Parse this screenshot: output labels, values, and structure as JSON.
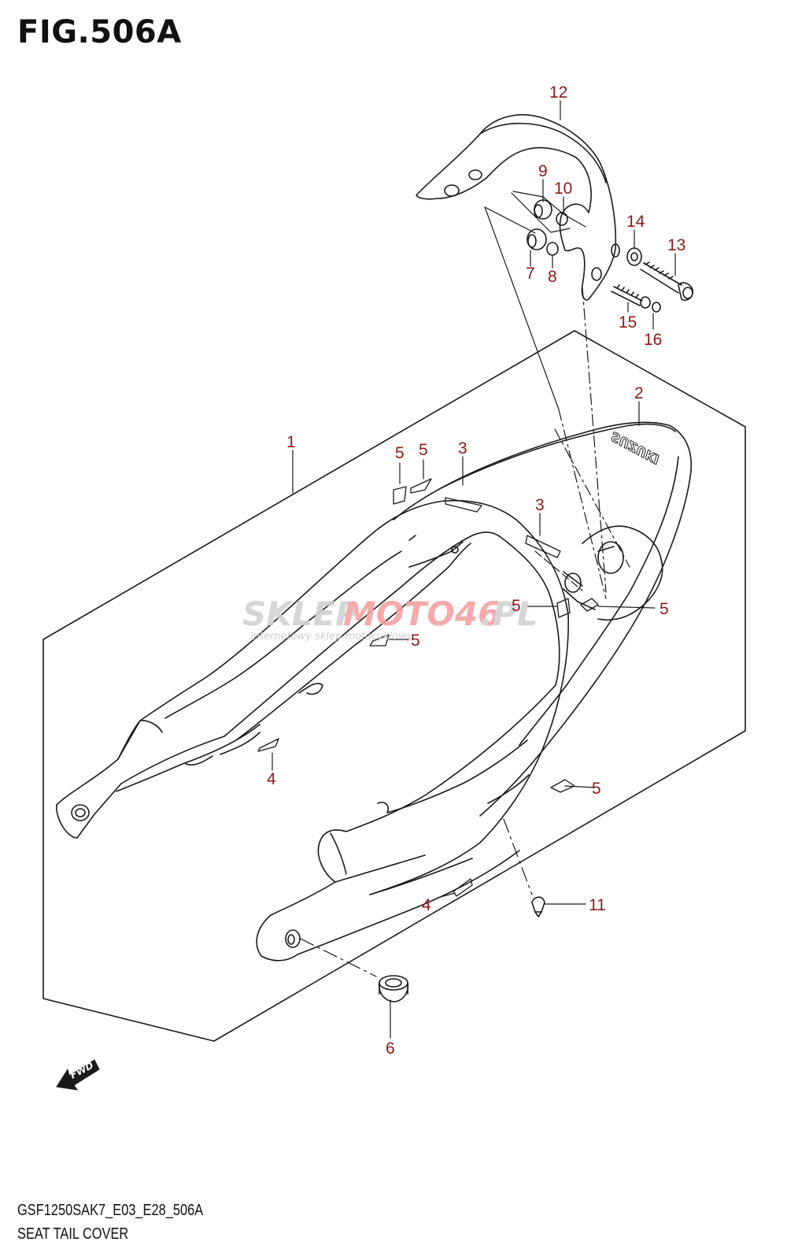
{
  "figure": {
    "title": "FIG.506A",
    "code": "GSF1250SAK7_E03_E28_506A",
    "name": "SEAT TAIL COVER"
  },
  "watermark": {
    "part1": "SKLEP",
    "part2": "MOTO46",
    "part3": ".PL",
    "subtitle": "internetowy sklep motocyklowy",
    "color_gray": "#d2d2d2",
    "color_red": "#f2a3a3"
  },
  "brand_text": "SUZUKI",
  "fwd_label": "FWD",
  "callout_color": "#8b1a1a",
  "callouts": [
    {
      "id": "c1",
      "label": "1"
    },
    {
      "id": "c2",
      "label": "2"
    },
    {
      "id": "c3a",
      "label": "3"
    },
    {
      "id": "c3b",
      "label": "3"
    },
    {
      "id": "c4a",
      "label": "4"
    },
    {
      "id": "c4b",
      "label": "4"
    },
    {
      "id": "c5a",
      "label": "5"
    },
    {
      "id": "c5b",
      "label": "5"
    },
    {
      "id": "c5c",
      "label": "5"
    },
    {
      "id": "c5d",
      "label": "5"
    },
    {
      "id": "c5e",
      "label": "5"
    },
    {
      "id": "c5f",
      "label": "5"
    },
    {
      "id": "c6",
      "label": "6"
    },
    {
      "id": "c7",
      "label": "7"
    },
    {
      "id": "c8",
      "label": "8"
    },
    {
      "id": "c9",
      "label": "9"
    },
    {
      "id": "c10",
      "label": "10"
    },
    {
      "id": "c11",
      "label": "11"
    },
    {
      "id": "c12",
      "label": "12"
    },
    {
      "id": "c13",
      "label": "13"
    },
    {
      "id": "c14",
      "label": "14"
    },
    {
      "id": "c15",
      "label": "15"
    },
    {
      "id": "c16",
      "label": "16"
    }
  ]
}
